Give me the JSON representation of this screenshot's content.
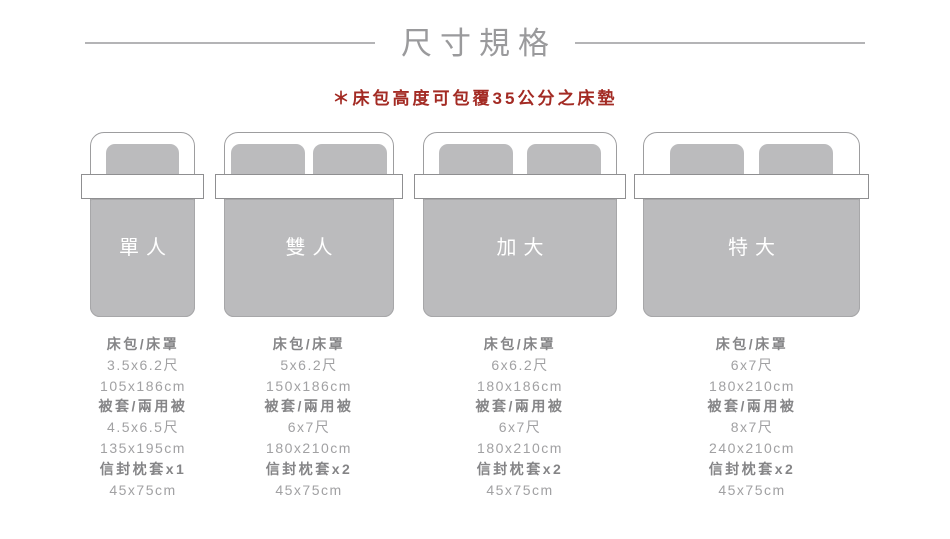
{
  "title": "尺寸規格",
  "note": "＊床包高度可包覆35公分之床墊",
  "colors": {
    "title_gray": "#9a9a9c",
    "divider_gray": "#b4b4b6",
    "note_red": "#a32b24",
    "bed_fill_gray": "#bbbbbd",
    "bed_border_gray": "#a7a7a9",
    "heading_gray": "#858587",
    "value_gray": "#a1a1a3",
    "label_white": "#ffffff"
  },
  "beds": [
    {
      "label": "單人",
      "pillow_count": 1,
      "specs": [
        "床包/床罩",
        "3.5x6.2尺",
        "105x186cm",
        "被套/兩用被",
        "4.5x6.5尺",
        "135x195cm",
        "信封枕套x1",
        "45x75cm"
      ]
    },
    {
      "label": "雙人",
      "pillow_count": 2,
      "specs": [
        "床包/床罩",
        "5x6.2尺",
        "150x186cm",
        "被套/兩用被",
        "6x7尺",
        "180x210cm",
        "信封枕套x2",
        "45x75cm"
      ]
    },
    {
      "label": "加大",
      "pillow_count": 2,
      "specs": [
        "床包/床罩",
        "6x6.2尺",
        "180x186cm",
        "被套/兩用被",
        "6x7尺",
        "180x210cm",
        "信封枕套x2",
        "45x75cm"
      ]
    },
    {
      "label": "特大",
      "pillow_count": 2,
      "specs": [
        "床包/床罩",
        "6x7尺",
        "180x210cm",
        "被套/兩用被",
        "8x7尺",
        "240x210cm",
        "信封枕套x2",
        "45x75cm"
      ]
    }
  ]
}
